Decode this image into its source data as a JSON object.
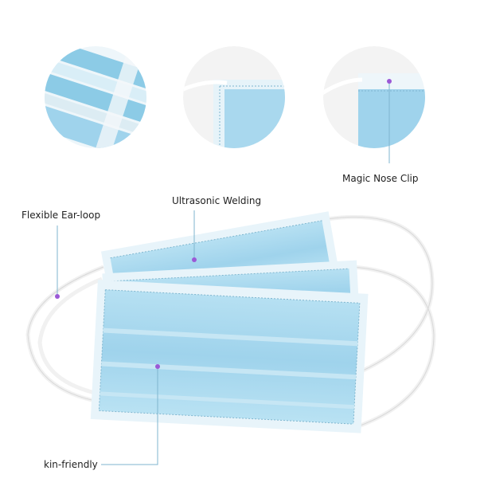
{
  "labels": {
    "nose_clip": "Magic Nose Clip",
    "welding": "Ultrasonic Welding",
    "ear_loop": "Flexible Ear-loop",
    "skin": "kin-friendly"
  },
  "colors": {
    "mask_blue": "#a9d8ee",
    "mask_edge": "#e8f4fa",
    "accent_dot": "#9b59d6",
    "leader_line": "#7fb6cf"
  }
}
